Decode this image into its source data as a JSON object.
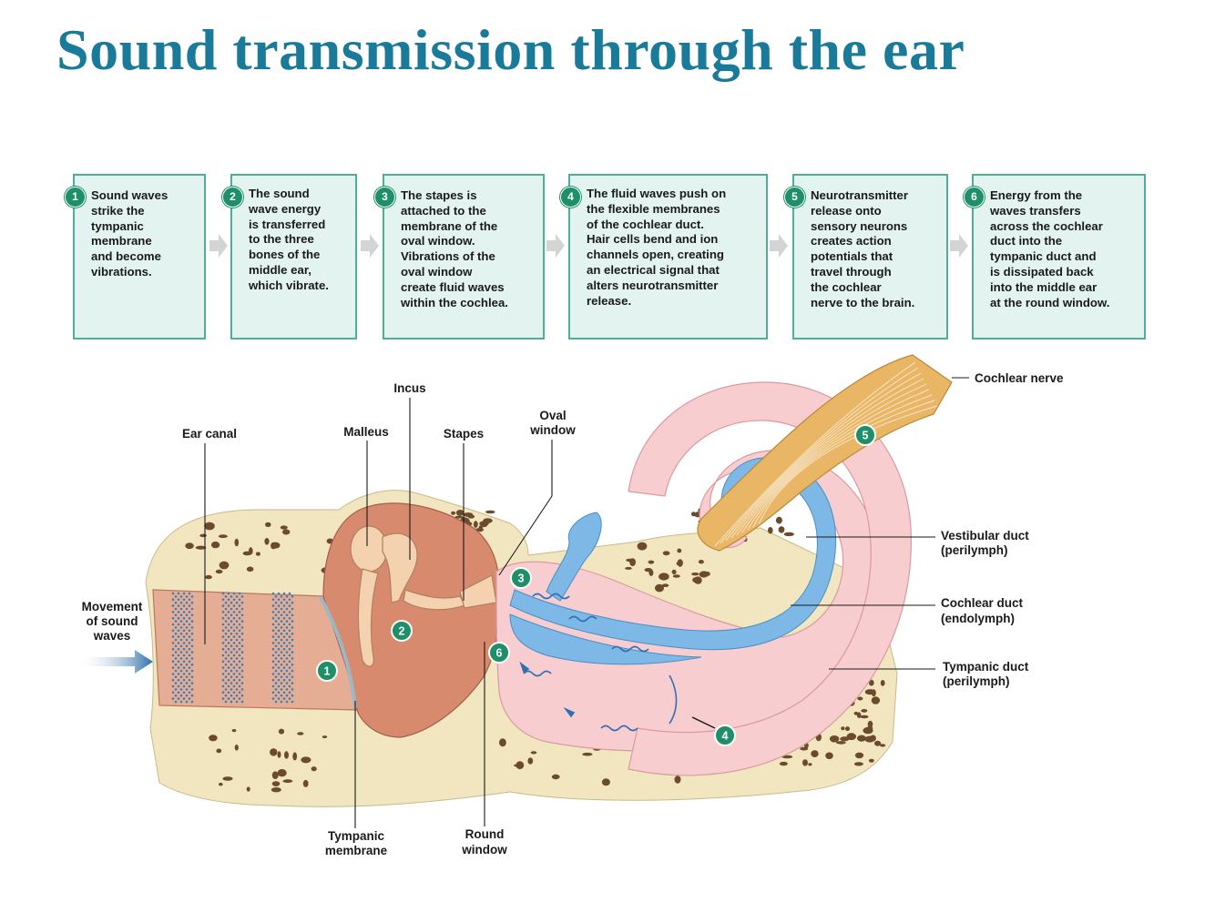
{
  "title": "Sound transmission through the ear",
  "steps": [
    {
      "num": "1",
      "text": "Sound waves\nstrike the\ntympanic\nmembrane\nand become\nvibrations."
    },
    {
      "num": "2",
      "text": "The sound\nwave energy\nis transferred\nto the three\nbones of the\nmiddle ear,\nwhich vibrate."
    },
    {
      "num": "3",
      "text": "The stapes is\nattached to the\nmembrane of the\noval window.\nVibrations of the\noval window\ncreate fluid waves\nwithin the cochlea."
    },
    {
      "num": "4",
      "text": "The fluid waves push on\nthe flexible membranes\nof the cochlear duct.\nHair cells bend and ion\nchannels open, creating\nan electrical signal that\nalters neurotransmitter\nrelease."
    },
    {
      "num": "5",
      "text": "Neurotransmitter\nrelease onto\nsensory neurons\ncreates action\npotentials that\ntravel through\nthe cochlear\nnerve to the brain."
    },
    {
      "num": "6",
      "text": "Energy from the\nwaves transfers\nacross the cochlear\nduct into the\ntympanic duct and\nis dissipated back\ninto the middle ear\nat the round window."
    }
  ],
  "labels": {
    "incus": "Incus",
    "ear_canal": "Ear canal",
    "malleus": "Malleus",
    "stapes": "Stapes",
    "oval_window": [
      "Oval",
      "window"
    ],
    "cochlear_nerve": "Cochlear nerve",
    "vestibular_duct": [
      "Vestibular duct",
      "(perilymph)"
    ],
    "cochlear_duct": [
      "Cochlear duct",
      "(endolymph)"
    ],
    "tympanic_duct": [
      "Tympanic duct",
      "(perilymph)"
    ],
    "movement": [
      "Movement",
      "of sound",
      "waves"
    ],
    "tympanic_membrane": [
      "Tympanic",
      "membrane"
    ],
    "round_window": [
      "Round",
      "window"
    ]
  },
  "diagram_badges": [
    "1",
    "2",
    "3",
    "4",
    "5",
    "6"
  ],
  "colors": {
    "title": "#1a7a9a",
    "badge": "#1e8f68",
    "step_fill": "#e3f3f0",
    "step_border": "#4fae9a",
    "bone": "#f1e6bf",
    "middle_ear": "#d88a6e",
    "cochlea_pink": "#f7cdd0",
    "duct_blue": "#7db8e6",
    "nerve": "#e8b664"
  }
}
